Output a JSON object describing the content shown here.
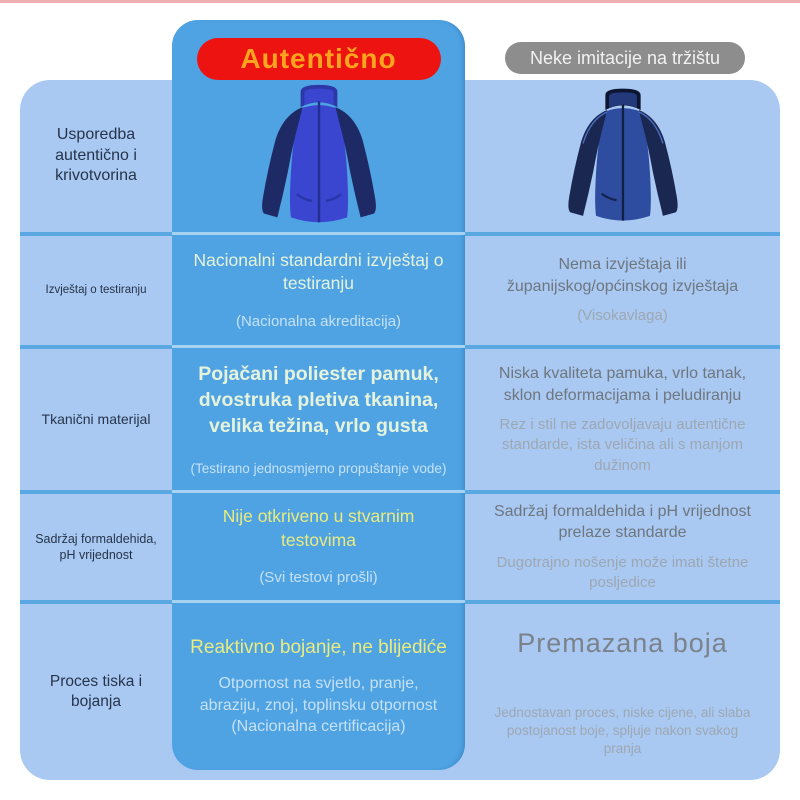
{
  "page": {
    "authentic_badge": "Autentično",
    "imitation_badge": "Neke imitacije na tržištu"
  },
  "compare": {
    "header_label": "Usporedba autentično i krivotvorina",
    "rows": [
      {
        "label": "Izvještaj o testiranju",
        "authentic_main": "Nacionalni standardni izvještaj o testiranju",
        "authentic_note": "(Nacionalna akreditacija)",
        "imitation_main": "Nema izvještaja ili županijskog/općinskog izvještaja",
        "imitation_note": "(Visokavlaga)"
      },
      {
        "label": "Tkanični materijal",
        "authentic_main": "Pojačani poliester pamuk, dvostruka pletiva tkanina, velika težina, vrlo gusta",
        "authentic_note": "(Testirano jednosmjerno propuštanje vode)",
        "imitation_main": "Niska kvaliteta pamuka, vrlo tanak, sklon deformacijama i peludiranju",
        "imitation_note": "Rez i stil ne zadovoljavaju autentične standarde, ista veličina ali s manjom dužinom"
      },
      {
        "label": "Sadržaj formaldehida, pH vrijednost",
        "authentic_main": "Nije otkriveno u stvarnim testovima",
        "authentic_note": "(Svi testovi prošli)",
        "imitation_main": "Sadržaj formaldehida i pH vrijednost prelaze standarde",
        "imitation_note": "Dugotrajno nošenje može imati štetne posljedice"
      },
      {
        "label": "Proces tiska i bojanja",
        "authentic_main": "Reaktivno bojanje, ne blijediće",
        "authentic_note": "Otpornost na svjetlo, pranje, abraziju, znoj, toplinsku otpornost (Nacionalna certificacija)",
        "imitation_main": "Premazana boja",
        "imitation_note": "Jednostavan proces, niske cijene, ali slaba postojanost boje, spljuje nakon svakog pranja"
      }
    ]
  },
  "colors": {
    "authentic_panel": "#4fa3e3",
    "comparison_board": "#a9c9f3",
    "row_divider": "#5aa8e2",
    "badge_red": "#ec1310",
    "badge_red_text": "#ffa41f",
    "badge_gray": "#8d8d8d",
    "highlight_yellow": "#e9eb7f",
    "authentic_text": "#e6f3dc",
    "imitation_text": "#6e767e"
  },
  "images": {
    "authentic_jacket": "royal-blue-fleece-jacket-with-navy-sleeves",
    "imitation_jacket": "dull-navy-blue-imitation-jacket"
  }
}
